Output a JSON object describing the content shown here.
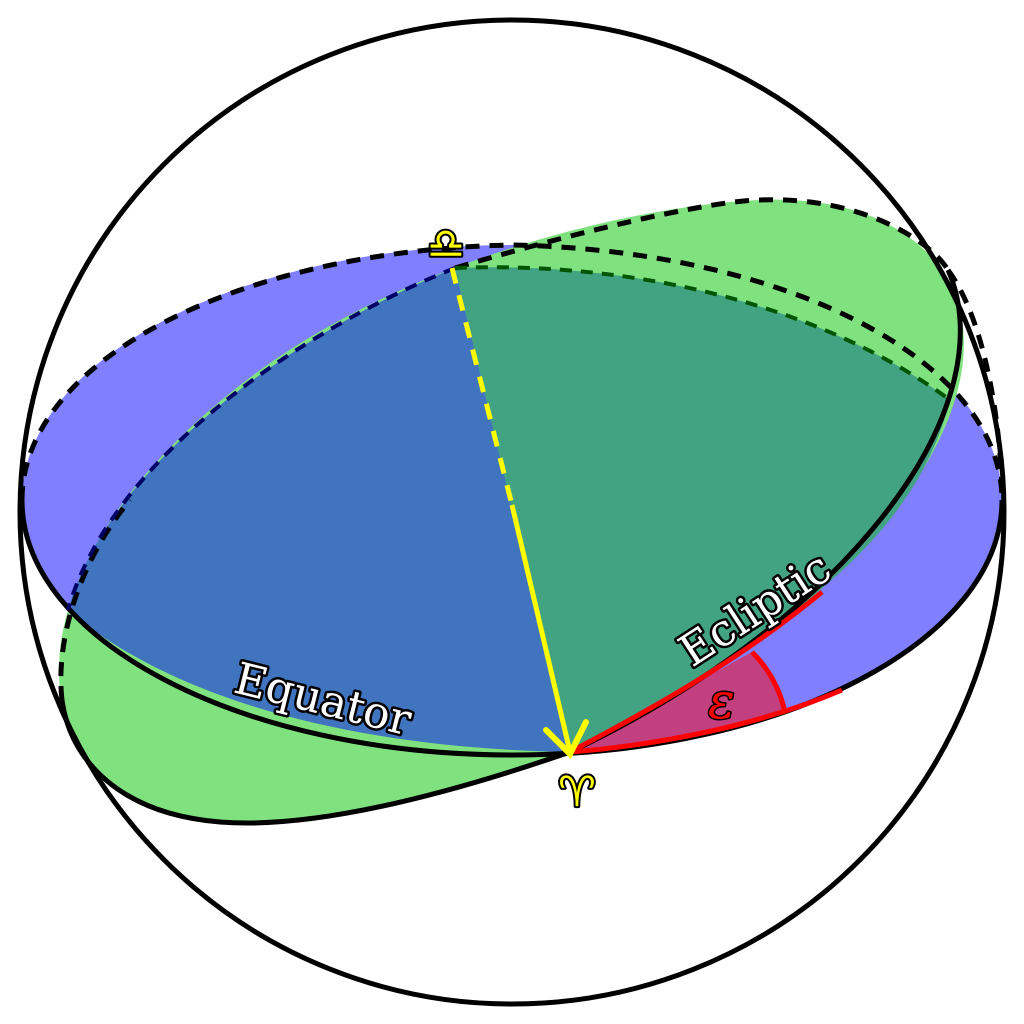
{
  "diagram": {
    "labels": {
      "equator": "Equator",
      "ecliptic": "Ecliptic",
      "obliquity_symbol": "ε",
      "vernal_equinox_symbol": "♈",
      "autumnal_equinox_symbol": "♎"
    },
    "colors": {
      "equator_plane": "#7f7fff",
      "ecliptic_plane": "#7fe27f",
      "overlap": "#42a383",
      "overlap_left": "#4174be",
      "sphere_outline": "#000000",
      "equinox_line": "#ffff00",
      "obliquity_angle": "#ff0000",
      "obliquity_fill": "#c2407f"
    }
  }
}
